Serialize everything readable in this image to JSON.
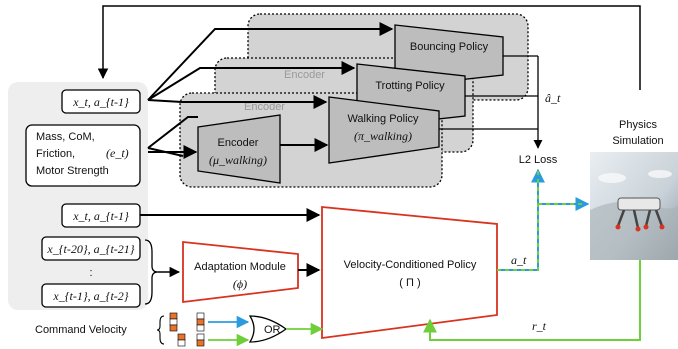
{
  "inputs": {
    "state_top": "x_t, a_{t-1}",
    "privileged_lines": [
      "Mass, CoM,",
      "Friction,",
      "Motor Strength"
    ],
    "privileged_symbol": "(e_t)",
    "state_mid": "x_t, a_{t-1}",
    "history_first": "x_{t-20}, a_{t-21}",
    "history_ellipsis": ":",
    "history_last": "x_{t-1}, a_{t-2}"
  },
  "policies": {
    "bouncing": "Bouncing Policy",
    "trotting": "Trotting Policy",
    "walking": "Walking Policy",
    "walking_symbol": "(π_walking)",
    "encoder": "Encoder",
    "encoder_symbol": "(μ_walking)"
  },
  "adaptation": {
    "label": "Adaptation Module",
    "symbol": "(ϕ)"
  },
  "velocity_policy": {
    "label": "Velocity-Conditioned Policy",
    "symbol": "( Π )"
  },
  "command": {
    "label": "Command Velocity",
    "or_label": "OR"
  },
  "signals": {
    "a_hat": "â_t",
    "l2_loss": "L2 Loss",
    "a_t": "a_t",
    "r_t": "r_t"
  },
  "simulation": {
    "title_line1": "Physics",
    "title_line2": "Simulation"
  },
  "colors": {
    "accent_red": "#d9321f",
    "arrow_blue": "#2b9be0",
    "arrow_green": "#6fcf3a",
    "panel_gray": "#d3d3d3",
    "input_panel": "#eeeeee"
  }
}
